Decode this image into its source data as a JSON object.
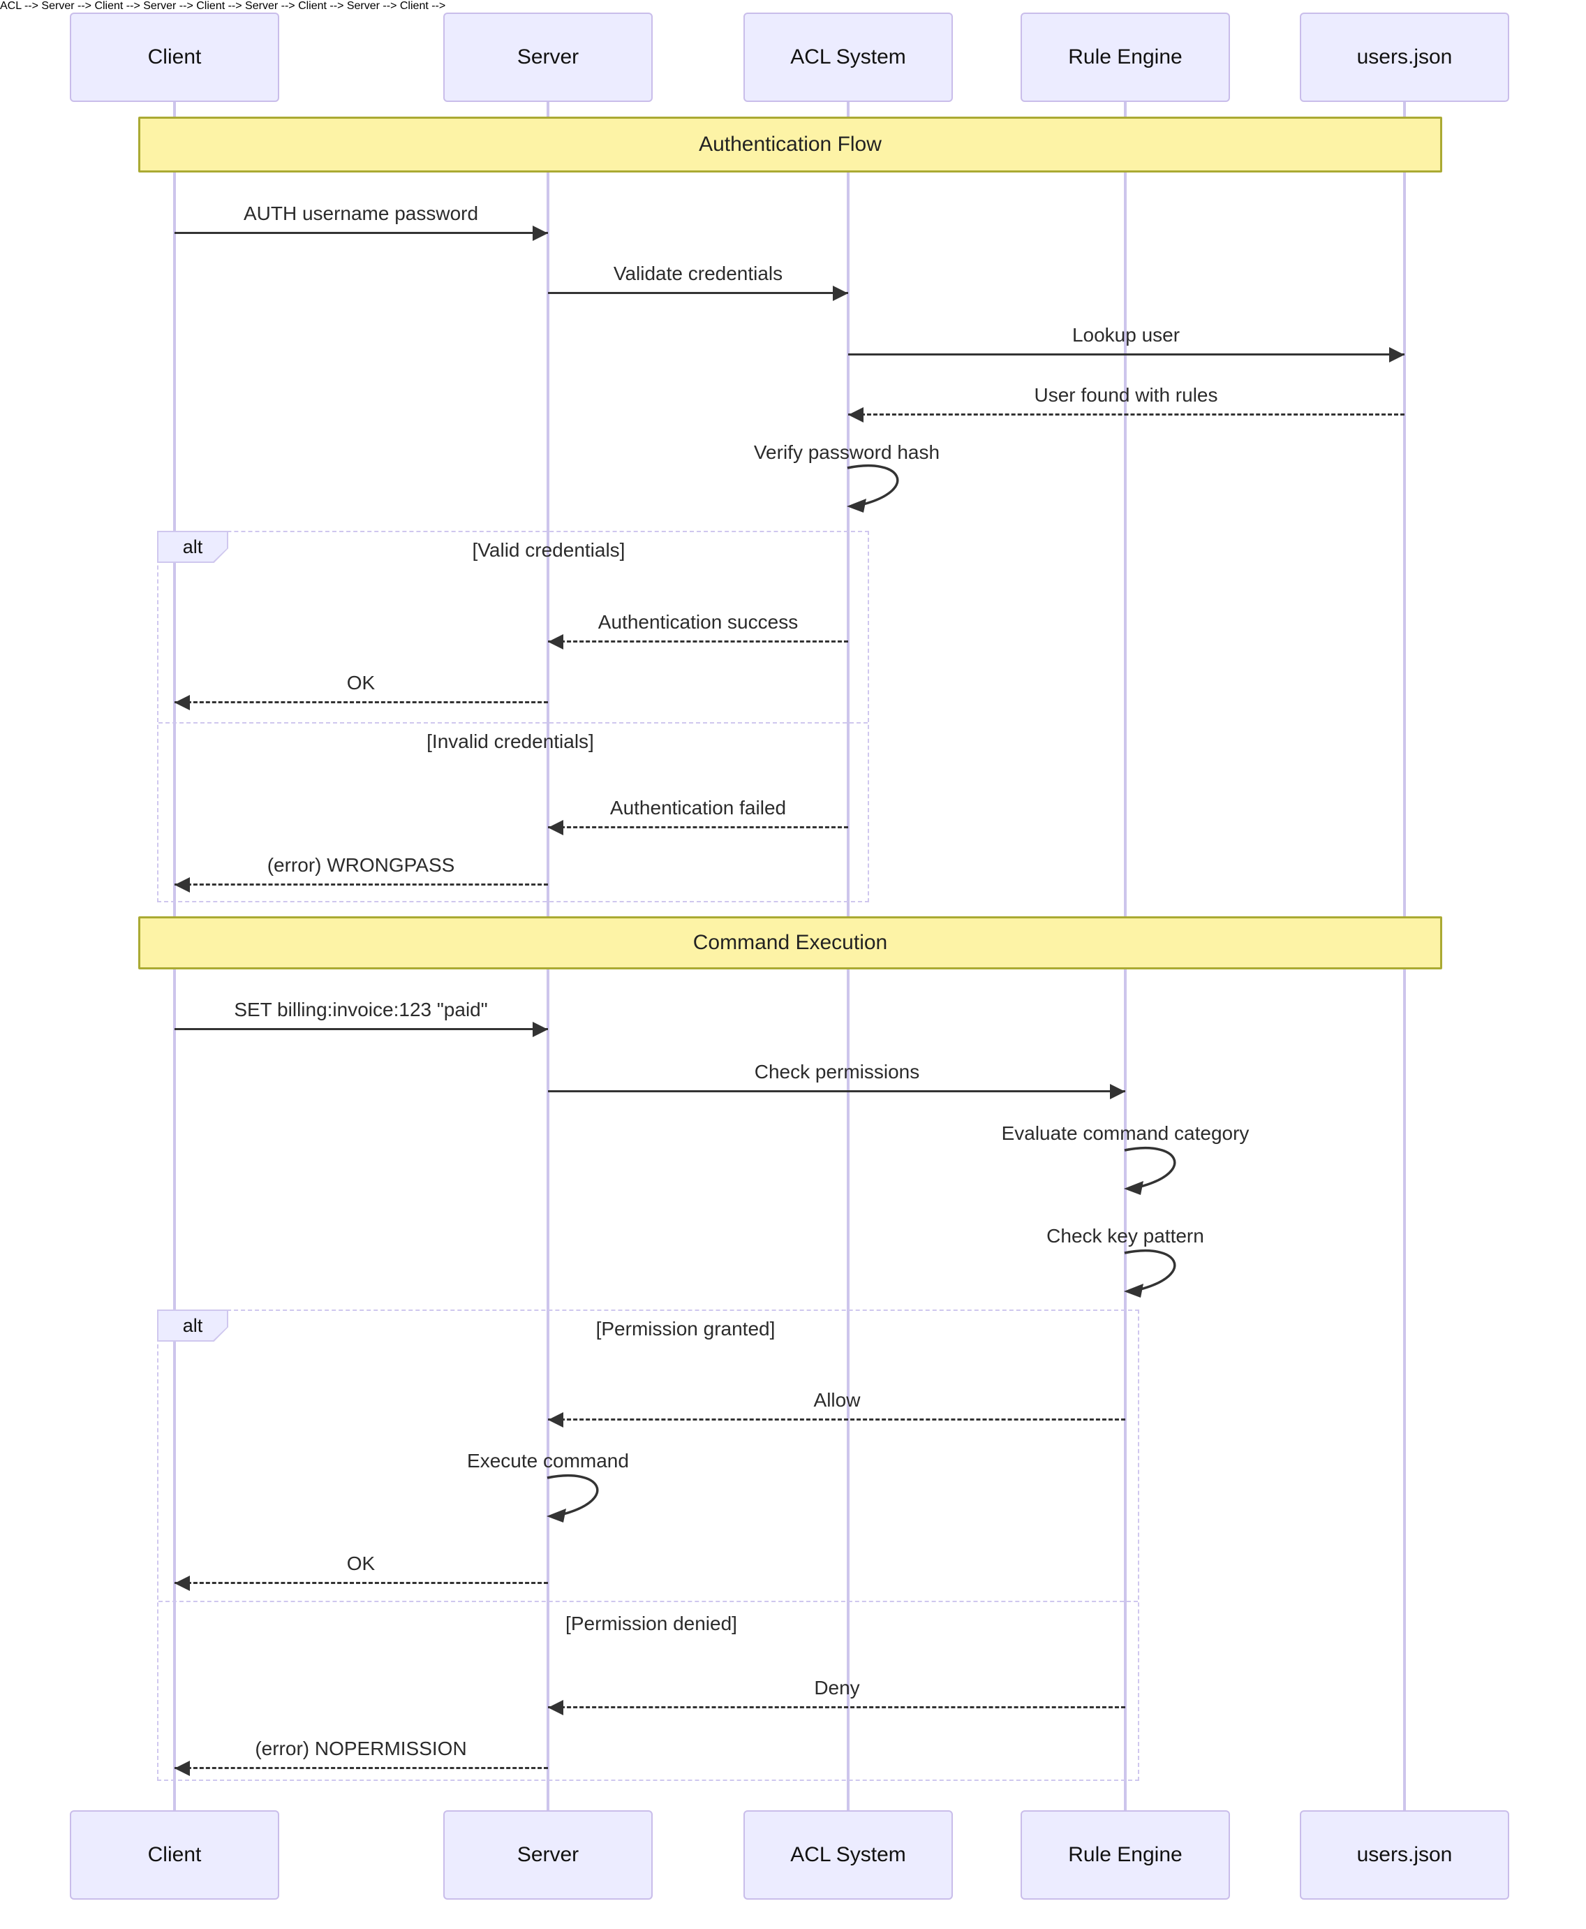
{
  "participants": [
    {
      "name": "Client"
    },
    {
      "name": "Server"
    },
    {
      "name": "ACL System"
    },
    {
      "name": "Rule Engine"
    },
    {
      "name": "users.json"
    }
  ],
  "sections": [
    {
      "title": "Authentication Flow"
    },
    {
      "title": "Command Execution"
    }
  ],
  "frames": [
    {
      "label": "alt",
      "branches": [
        {
          "condition": "[Valid credentials]"
        },
        {
          "condition": "[Invalid credentials]"
        }
      ]
    },
    {
      "label": "alt",
      "branches": [
        {
          "condition": "[Permission granted]"
        },
        {
          "condition": "[Permission denied]"
        }
      ]
    }
  ],
  "messages": [
    {
      "label": "AUTH username password",
      "from": "Client",
      "to": "Server",
      "arrow": "solid"
    },
    {
      "label": "Validate credentials",
      "from": "Server",
      "to": "ACL System",
      "arrow": "solid"
    },
    {
      "label": "Lookup user",
      "from": "ACL System",
      "to": "users.json",
      "arrow": "solid"
    },
    {
      "label": "User found with rules",
      "from": "users.json",
      "to": "ACL System",
      "arrow": "dashed"
    },
    {
      "label": "Verify password hash",
      "from": "ACL System",
      "to": "ACL System",
      "arrow": "self"
    },
    {
      "label": "Authentication success",
      "from": "ACL System",
      "to": "Server",
      "arrow": "dashed"
    },
    {
      "label": "OK",
      "from": "Server",
      "to": "Client",
      "arrow": "dashed"
    },
    {
      "label": "Authentication failed",
      "from": "ACL System",
      "to": "Server",
      "arrow": "dashed"
    },
    {
      "label": "(error) WRONGPASS",
      "from": "Server",
      "to": "Client",
      "arrow": "dashed"
    },
    {
      "label": "SET billing:invoice:123 \"paid\"",
      "from": "Client",
      "to": "Server",
      "arrow": "solid"
    },
    {
      "label": "Check permissions",
      "from": "Server",
      "to": "Rule Engine",
      "arrow": "solid"
    },
    {
      "label": "Evaluate command category",
      "from": "Rule Engine",
      "to": "Rule Engine",
      "arrow": "self"
    },
    {
      "label": "Check key pattern",
      "from": "Rule Engine",
      "to": "Rule Engine",
      "arrow": "self"
    },
    {
      "label": "Allow",
      "from": "Rule Engine",
      "to": "Server",
      "arrow": "dashed"
    },
    {
      "label": "Execute command",
      "from": "Server",
      "to": "Server",
      "arrow": "self"
    },
    {
      "label": "OK",
      "from": "Server",
      "to": "Client",
      "arrow": "dashed"
    },
    {
      "label": "Deny",
      "from": "Rule Engine",
      "to": "Server",
      "arrow": "dashed"
    },
    {
      "label": "(error) NOPERMISSION",
      "from": "Server",
      "to": "Client",
      "arrow": "dashed"
    }
  ],
  "colors": {
    "actor_fill": "#ECECFF",
    "actor_border": "#C9BDEA",
    "note_fill": "#FDF3A6",
    "note_border": "#AAAA33",
    "lifeline": "#CDC5EC",
    "frame_border": "#CFC7EE",
    "arrow": "#333333",
    "text": "#2B2B2B"
  }
}
